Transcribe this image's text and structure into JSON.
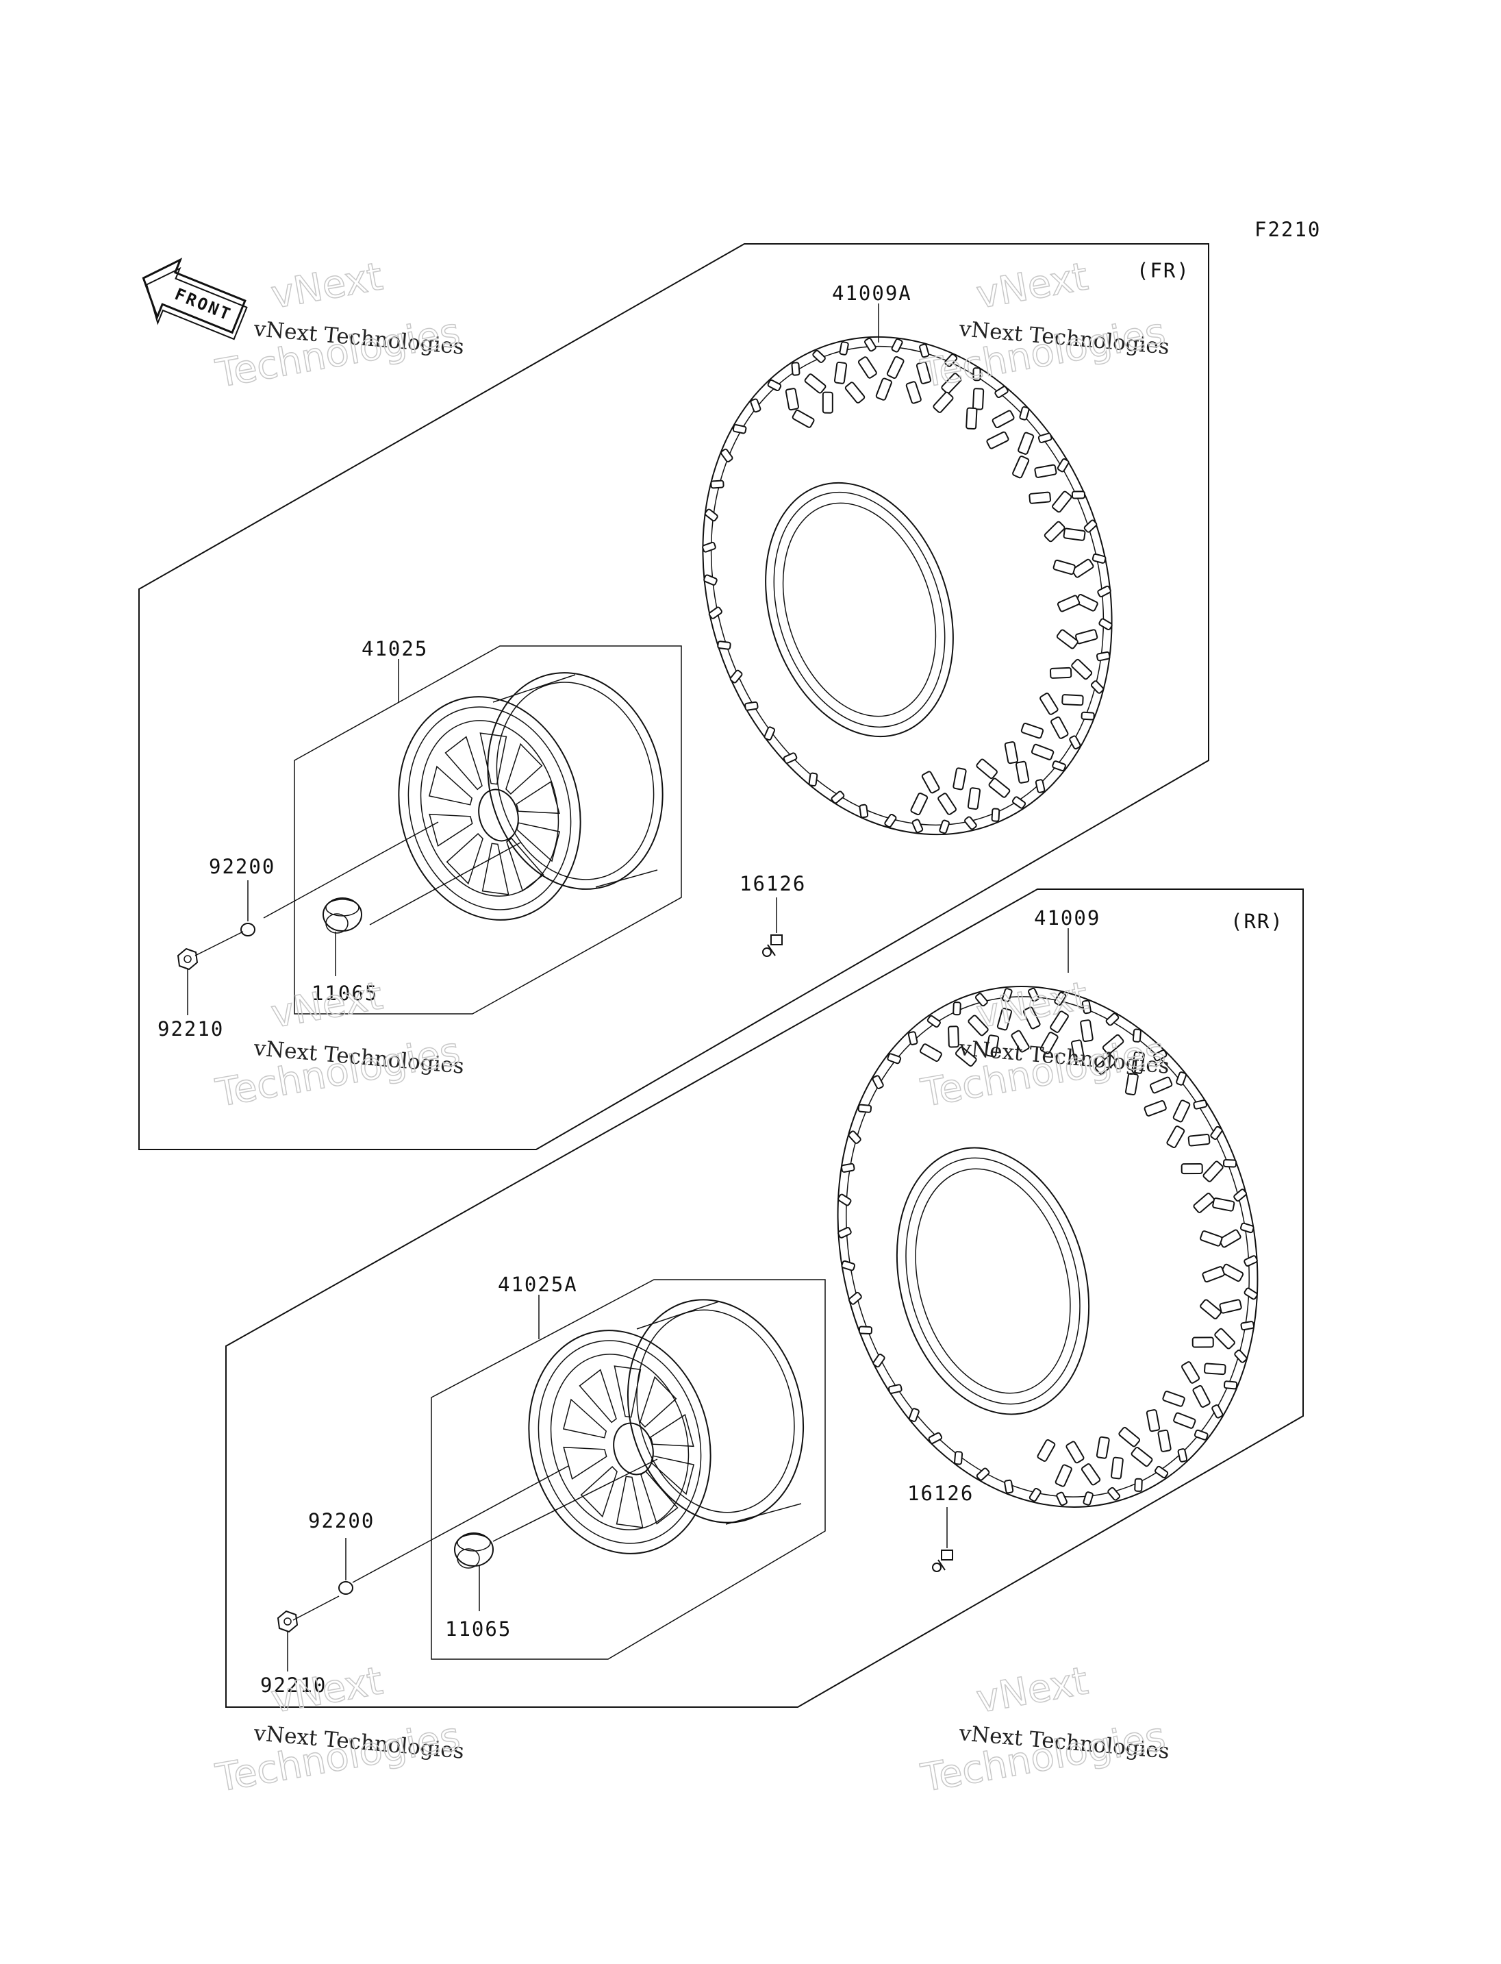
{
  "figure_code": "F2210",
  "front_label": "FRONT",
  "groups": {
    "front": {
      "label": "(FR)"
    },
    "rear": {
      "label": "(RR)"
    }
  },
  "parts": {
    "front_tire": "41009A",
    "front_wheel": "41025",
    "front_washer": "92200",
    "front_nut": "92210",
    "front_cap": "11065",
    "front_valve": "16126",
    "rear_tire": "41009",
    "rear_wheel": "41025A",
    "rear_washer": "92200",
    "rear_nut": "92210",
    "rear_cap": "11065",
    "rear_valve": "16126"
  },
  "watermark": {
    "line1": "vNext",
    "line2": "vNext Technologies",
    "line3": "Technologies"
  }
}
